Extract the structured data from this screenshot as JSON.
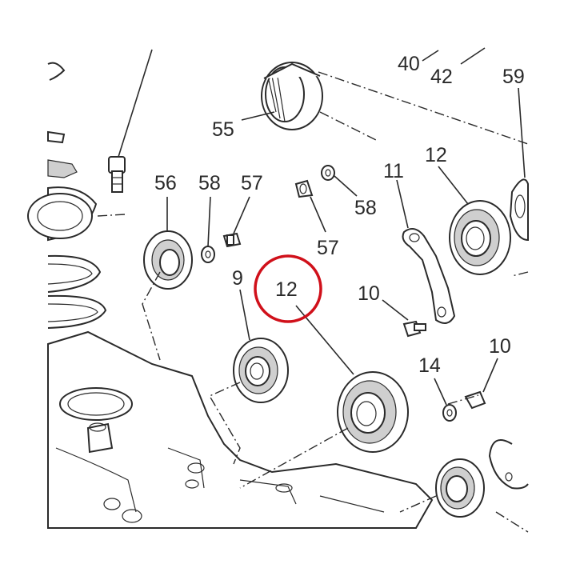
{
  "callouts": [
    {
      "id": "40",
      "text": "40"
    },
    {
      "id": "42",
      "text": "42"
    },
    {
      "id": "59",
      "text": "59"
    },
    {
      "id": "55",
      "text": "55"
    },
    {
      "id": "12a",
      "text": "12"
    },
    {
      "id": "11",
      "text": "11"
    },
    {
      "id": "56",
      "text": "56"
    },
    {
      "id": "58a",
      "text": "58"
    },
    {
      "id": "57a",
      "text": "57"
    },
    {
      "id": "58b",
      "text": "58"
    },
    {
      "id": "57b",
      "text": "57"
    },
    {
      "id": "9",
      "text": "9"
    },
    {
      "id": "12b",
      "text": "12"
    },
    {
      "id": "10a",
      "text": "10"
    },
    {
      "id": "14",
      "text": "14"
    },
    {
      "id": "10b",
      "text": "10"
    }
  ],
  "highlight": {
    "callout_id": "12b",
    "color": "#d0101a"
  },
  "colors": {
    "line": "#2a2a2a",
    "background": "#ffffff",
    "shade": "#cfcfcf"
  }
}
